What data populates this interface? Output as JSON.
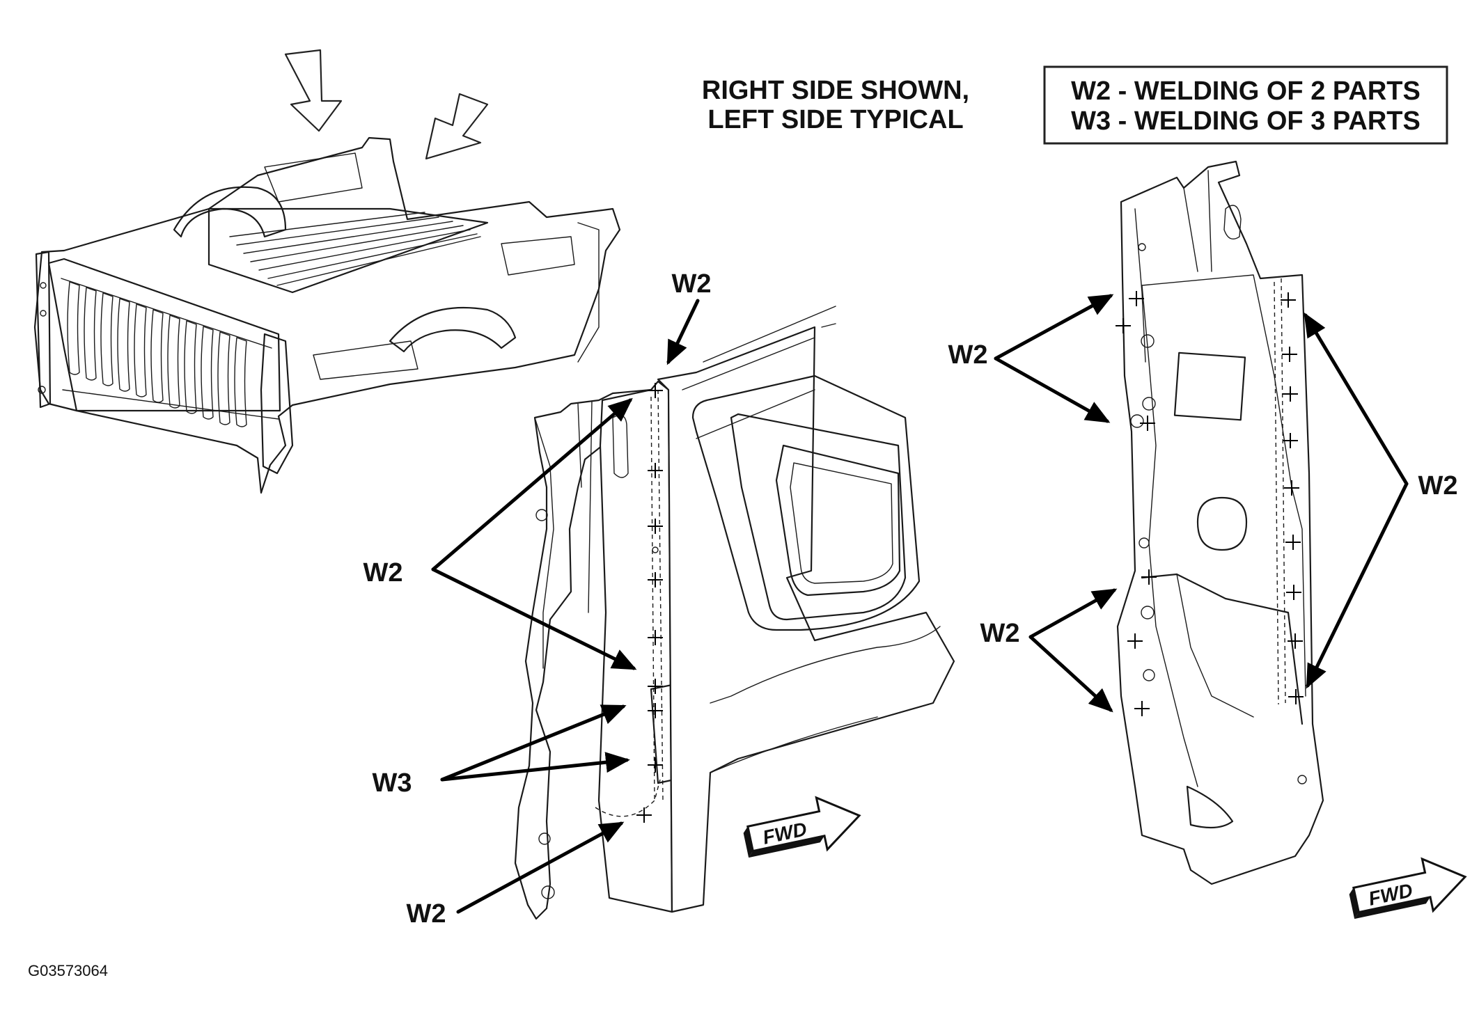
{
  "header": {
    "view_note_line1": "RIGHT SIDE SHOWN,",
    "view_note_line2": "LEFT SIDE TYPICAL"
  },
  "legend": {
    "line1": "W2 - WELDING OF 2 PARTS",
    "line2": "W3 - WELDING OF 3 PARTS"
  },
  "labels": {
    "w2": "W2",
    "w3": "W3"
  },
  "fwd_label": "FWD",
  "figure_id": "G03573064"
}
